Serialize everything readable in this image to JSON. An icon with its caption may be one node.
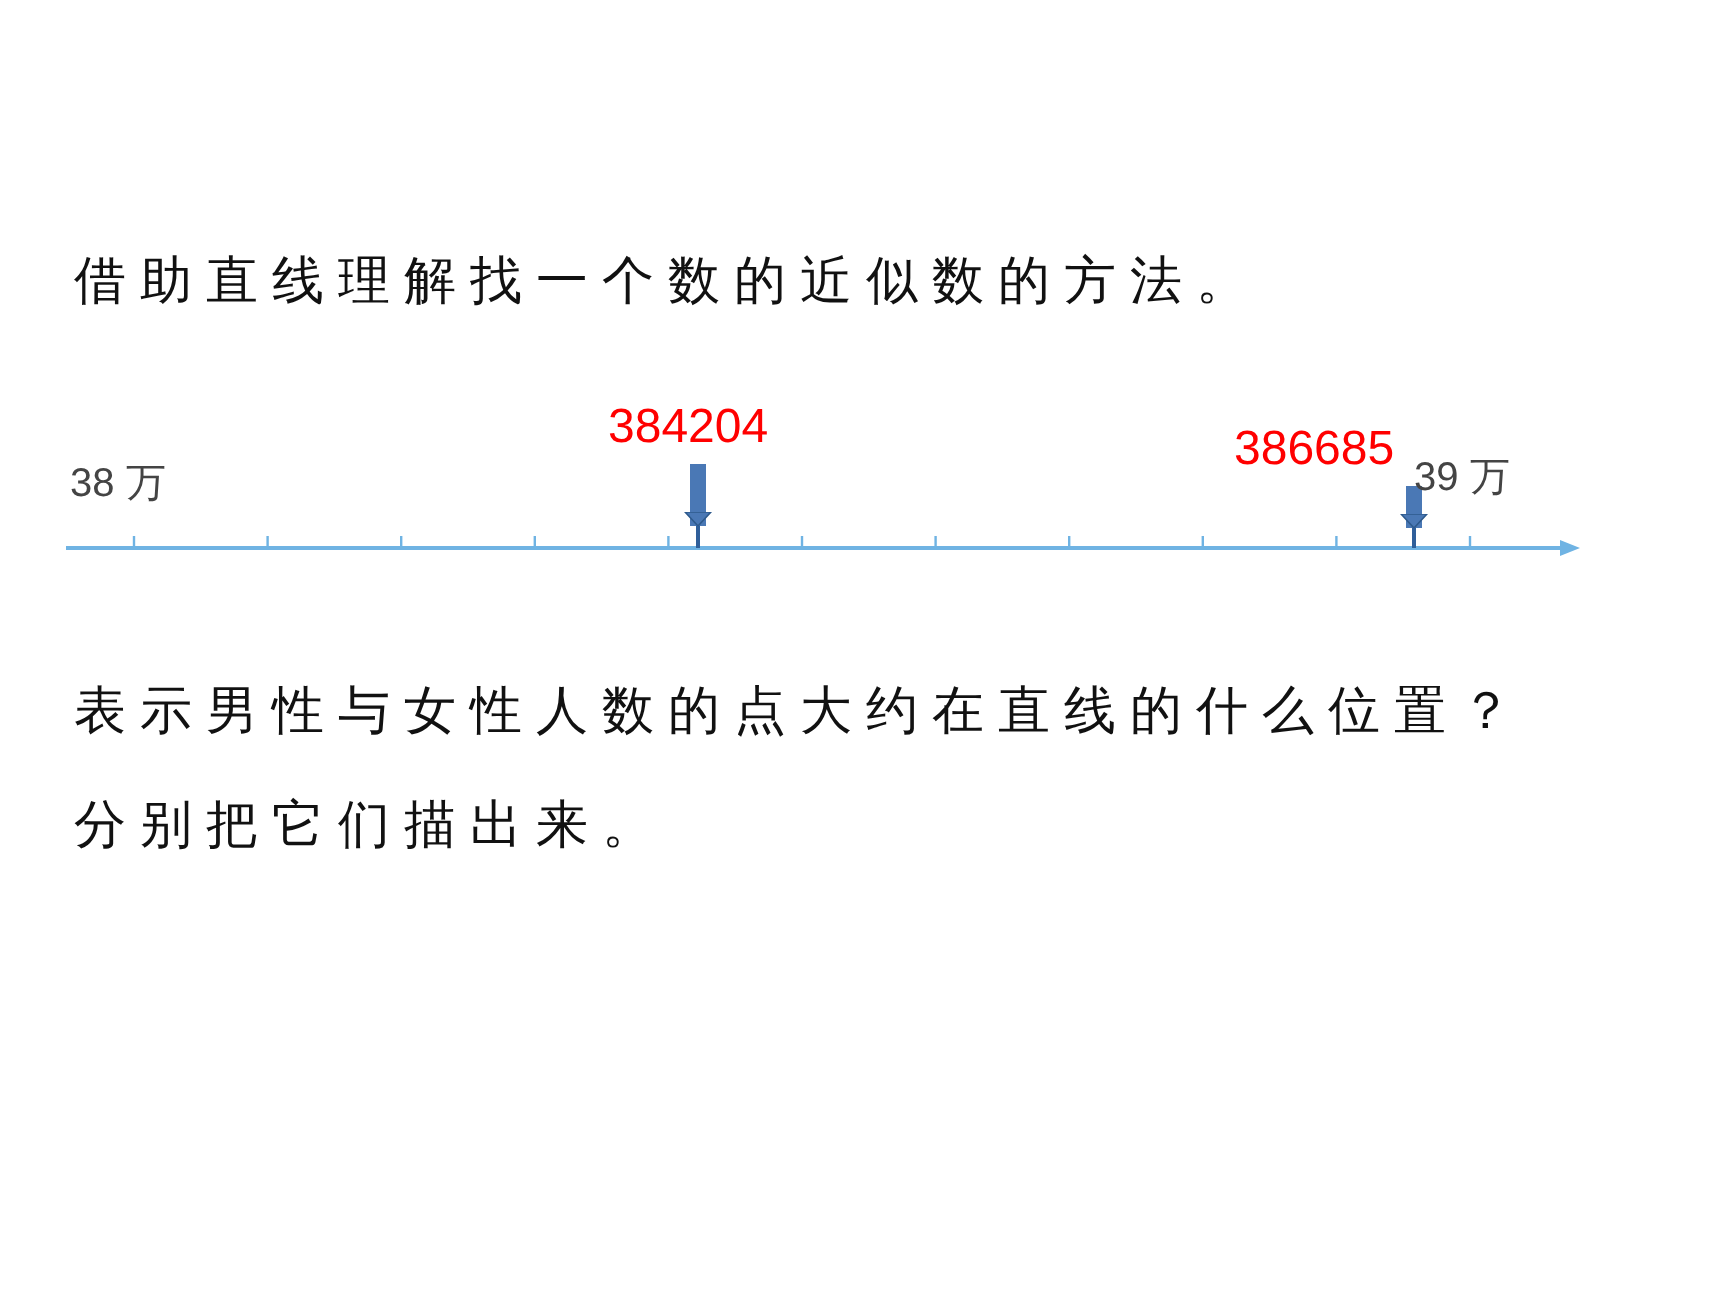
{
  "diagram": {
    "title": "借助直线理解找一个数的近似数的方法。",
    "nodes": [
      {
        "text": [
          "384204"
        ]
      },
      {
        "text": [],
        "shape": "bar"
      },
      {
        "text": [
          "386685"
        ]
      },
      {
        "text": [],
        "shape": "bar"
      }
    ],
    "edges": [
      {
        "from": 0,
        "to": 1,
        "arrow": "to"
      },
      {
        "from": 2,
        "to": 3,
        "arrow": "to"
      }
    ],
    "labels": [
      "38 万",
      "39 万",
      "表示男性与女性人数的点大约在直线的什么位置？分别把它们描出来。"
    ]
  }
}
